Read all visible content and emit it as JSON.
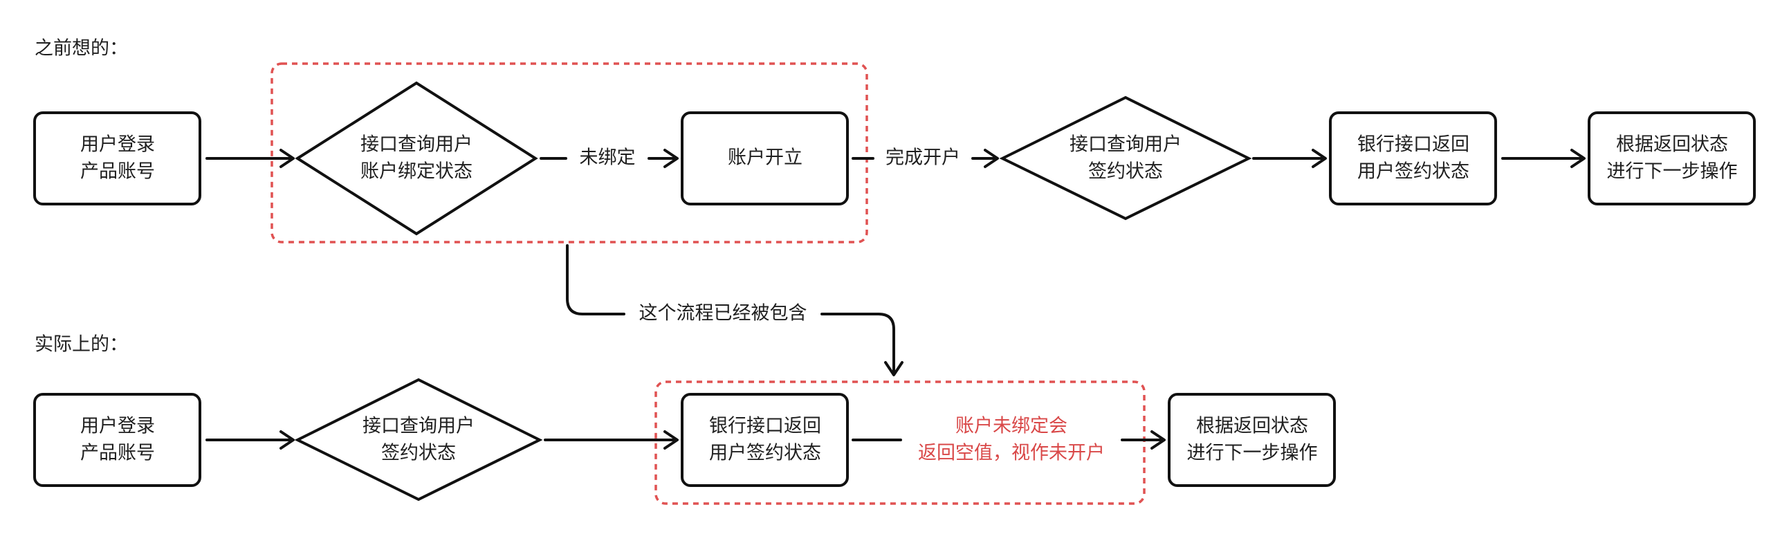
{
  "colors": {
    "stroke": "#111111",
    "text": "#1f1f1f",
    "highlight": "#e05252",
    "note": "#d94848",
    "background": "#ffffff"
  },
  "sections": {
    "before": "之前想的：",
    "actual": "实际上的："
  },
  "before_flow": {
    "nodes": {
      "login": [
        "用户登录",
        "产品账号"
      ],
      "query_bind": [
        "接口查询用户",
        "账户绑定状态"
      ],
      "open_account": [
        "账户开立"
      ],
      "query_sign": [
        "接口查询用户",
        "签约状态"
      ],
      "bank_return": [
        "银行接口返回",
        "用户签约状态"
      ],
      "next_step": [
        "根据返回状态",
        "进行下一步操作"
      ]
    },
    "edge_labels": {
      "unbound": "未绑定",
      "opened": "完成开户"
    }
  },
  "transition_note": "这个流程已经被包含",
  "actual_flow": {
    "nodes": {
      "login": [
        "用户登录",
        "产品账号"
      ],
      "query_sign": [
        "接口查询用户",
        "签约状态"
      ],
      "bank_return": [
        "银行接口返回",
        "用户签约状态"
      ],
      "next_step": [
        "根据返回状态",
        "进行下一步操作"
      ]
    },
    "note": [
      "账户未绑定会",
      "返回空值，视作未开户"
    ]
  }
}
